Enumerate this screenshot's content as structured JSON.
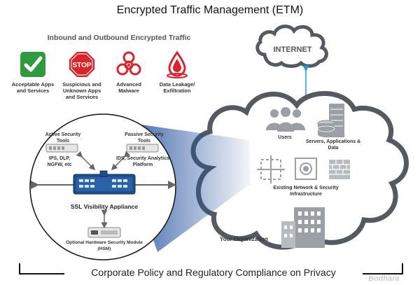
{
  "title": "Encrypted Traffic Management (ETM)",
  "threats": {
    "heading": "Inbound and Outbound Encrypted Traffic",
    "items": [
      {
        "icon": "checkmark-icon",
        "label": "Acceptable Apps and Services",
        "color": "#2e9a3c"
      },
      {
        "icon": "stop-sign-icon",
        "label": "Suspicious and Unknown Apps and Services",
        "stop_text": "STOP",
        "color": "#d8242b"
      },
      {
        "icon": "biohazard-icon",
        "label": "Advanced Malware",
        "color": "#d8242b"
      },
      {
        "icon": "leak-drop-icon",
        "label": "Data Leakage/ Exfiltration",
        "color": "#d8242b"
      }
    ]
  },
  "internet": {
    "label": "INTERNET"
  },
  "cloud_labels": {
    "users": "Users",
    "servers": "Servers, Applications & Data",
    "infrastructure": "Existing Network & Security Infrastructure",
    "organization": "Your Organization"
  },
  "circle": {
    "active_tools": "Active Security Tools",
    "active_examples": "IPS, DLP, NGFW, etc",
    "passive_tools": "Passive Security Tools",
    "passive_examples": "IDS, Security Analytics Platform",
    "appliance": "SSL Visibility Appliance",
    "hsm": "Optional Hardware Security Module (HSM)"
  },
  "footer": "Corporate Policy and Regulatory Compliance on Privacy",
  "watermark": "Bodhara",
  "colors": {
    "accent_blue": "#2f6fb5",
    "appliance_blue": "#1f4e8c",
    "cloud_stroke": "#555a60",
    "arrow_cyan": "#1e9bd7"
  }
}
